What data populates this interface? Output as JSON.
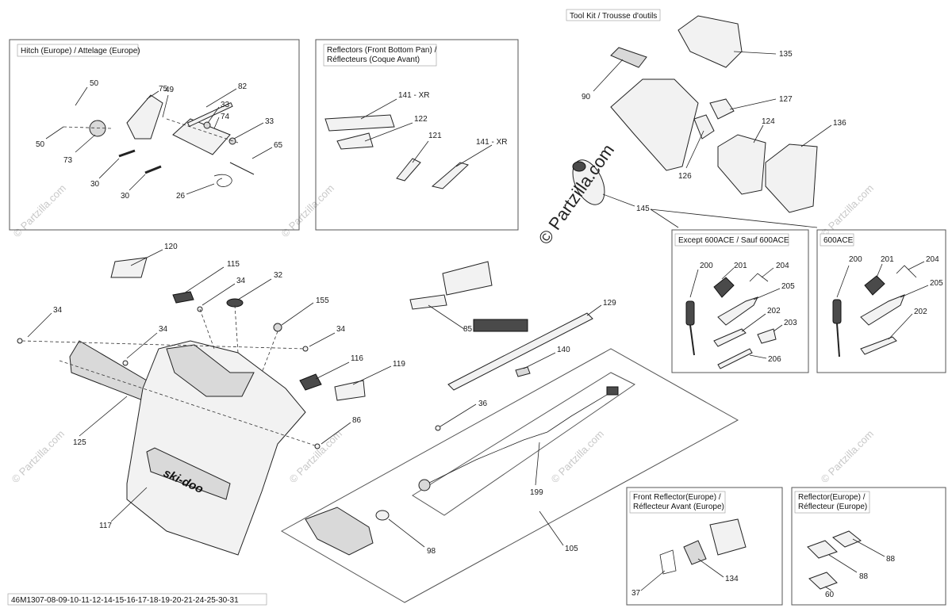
{
  "boxes": {
    "hitch": "Hitch (Europe) / Attelage (Europe)",
    "reflectors_l1": "Reflectors (Front Bottom Pan) /",
    "reflectors_l2": "Réflecteurs (Coque Avant)",
    "toolkit": "Tool Kit / Trousse d'outils",
    "except": "Except 600ACE / Sauf 600ACE",
    "ace": "600ACE",
    "front_reflector_l1": "Front Reflector(Europe) /",
    "front_reflector_l2": "Réflecteur Avant (Europe)",
    "reflector_l1": "Reflector(Europe) /",
    "reflector_l2": "Réflecteur (Europe)"
  },
  "footer": "46M1307-08-09-10-11-12-14-15-16-17-18-19-20-21-24-25-30-31",
  "watermark_main": "© Partzilla.com",
  "watermark_small": "© Partzilla.com",
  "logo_text": "ski-doo",
  "labels": {
    "p50a": "50",
    "p50b": "50",
    "p75": "75",
    "p49": "49",
    "p82": "82",
    "p33a": "33",
    "p74": "74",
    "p33b": "33",
    "p65": "65",
    "p73": "73",
    "p30a": "30",
    "p30b": "30",
    "p26": "26",
    "p141a": "141 - XR",
    "p122": "122",
    "p121": "121",
    "p141b": "141 - XR",
    "p90": "90",
    "p135": "135",
    "p127": "127",
    "p124": "124",
    "p136": "136",
    "p126": "126",
    "p145": "145",
    "e200": "200",
    "e201": "201",
    "e204": "204",
    "e205": "205",
    "e202": "202",
    "e203": "203",
    "e206": "206",
    "a200": "200",
    "a201": "201",
    "a204": "204",
    "a205": "205",
    "a202": "202",
    "p120": "120",
    "p115": "115",
    "p34a": "34",
    "p32": "32",
    "p34b": "34",
    "p155": "155",
    "p34c": "34",
    "p34d": "34",
    "p116": "116",
    "p119": "119",
    "p125": "125",
    "p86": "86",
    "p117": "117",
    "p85": "85",
    "p129": "129",
    "p140": "140",
    "p36": "36",
    "p199": "199",
    "p98": "98",
    "p105": "105",
    "p37": "37",
    "p134": "134",
    "p88a": "88",
    "p88b": "88",
    "p60": "60"
  }
}
